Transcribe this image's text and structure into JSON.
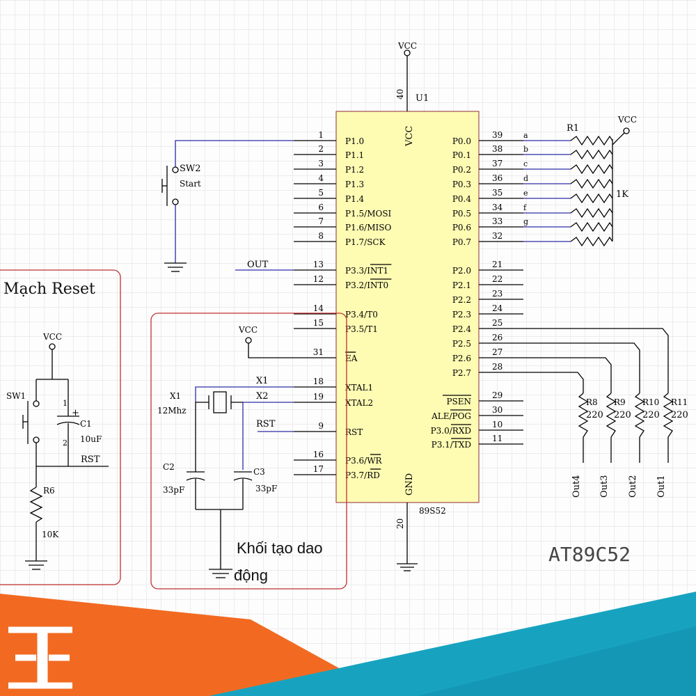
{
  "chip": {
    "designator": "U1",
    "part": "89S52",
    "vcc_label": "VCC",
    "gnd_label": "GND",
    "vcc_pin": "40",
    "gnd_pin": "20",
    "left_pins": [
      {
        "num": "1",
        "name": "P1.0"
      },
      {
        "num": "2",
        "name": "P1.1"
      },
      {
        "num": "3",
        "name": "P1.2"
      },
      {
        "num": "4",
        "name": "P1.3"
      },
      {
        "num": "5",
        "name": "P1.4"
      },
      {
        "num": "6",
        "name": "P1.5/MOSI"
      },
      {
        "num": "7",
        "name": "P1.6/MISO"
      },
      {
        "num": "8",
        "name": "P1.7/SCK"
      },
      {
        "num": "13",
        "name": "P3.3/INT1"
      },
      {
        "num": "12",
        "name": "P3.2/INT0"
      },
      {
        "num": "14",
        "name": "P3.4/T0"
      },
      {
        "num": "15",
        "name": "P3.5/T1"
      },
      {
        "num": "31",
        "name": "EA"
      },
      {
        "num": "18",
        "name": "XTAL1"
      },
      {
        "num": "19",
        "name": "XTAL2"
      },
      {
        "num": "9",
        "name": "RST"
      },
      {
        "num": "16",
        "name": "P3.6/WR"
      },
      {
        "num": "17",
        "name": "P3.7/RD"
      }
    ],
    "right_pins": [
      {
        "num": "39",
        "name": "P0.0"
      },
      {
        "num": "38",
        "name": "P0.1"
      },
      {
        "num": "37",
        "name": "P0.2"
      },
      {
        "num": "36",
        "name": "P0.3"
      },
      {
        "num": "35",
        "name": "P0.4"
      },
      {
        "num": "34",
        "name": "P0.5"
      },
      {
        "num": "33",
        "name": "P0.6"
      },
      {
        "num": "32",
        "name": "P0.7"
      },
      {
        "num": "21",
        "name": "P2.0"
      },
      {
        "num": "22",
        "name": "P2.1"
      },
      {
        "num": "23",
        "name": "P2.2"
      },
      {
        "num": "24",
        "name": "P2.3"
      },
      {
        "num": "25",
        "name": "P2.4"
      },
      {
        "num": "26",
        "name": "P2.5"
      },
      {
        "num": "27",
        "name": "P2.6"
      },
      {
        "num": "28",
        "name": "P2.7"
      },
      {
        "num": "29",
        "name": "PSEN"
      },
      {
        "num": "30",
        "name": "ALE/POG"
      },
      {
        "num": "10",
        "name": "P3.0/RXD"
      },
      {
        "num": "11",
        "name": "P3.1/TXD"
      }
    ]
  },
  "segment_nets": [
    "a",
    "b",
    "c",
    "d",
    "e",
    "f",
    "g"
  ],
  "resistor_pack": {
    "designator": "R1",
    "value": "1K",
    "vcc_label": "VCC"
  },
  "out_resistors": [
    {
      "designator": "R8",
      "value": "220",
      "net": "Out4"
    },
    {
      "designator": "R9",
      "value": "220",
      "net": "Out3"
    },
    {
      "designator": "R10",
      "value": "220",
      "net": "Out2"
    },
    {
      "designator": "R11",
      "value": "220",
      "net": "Out1"
    }
  ],
  "sw2": {
    "designator": "SW2",
    "label": "Start"
  },
  "out_net": "OUT",
  "ea_vcc_label": "VCC",
  "osc": {
    "title": "Khối tạo dao động",
    "crystal": "X1",
    "crystal_value": "12Mhz",
    "net_x1": "X1",
    "net_x2": "X2",
    "c2": "C2",
    "c2_value": "33pF",
    "c3": "C3",
    "c3_value": "33pF",
    "rst_net": "RST"
  },
  "reset": {
    "title": "Mạch Reset",
    "vcc_label": "VCC",
    "sw": "SW1",
    "cap": "C1",
    "cap_value": "10uF",
    "cap_plus": "+",
    "pin1": "1",
    "pin2": "2",
    "net": "RST",
    "res": "R6",
    "res_value": "10K"
  },
  "chip_title": "AT89C52",
  "banner": {
    "logo_text": "3E",
    "colors": {
      "orange": "#f26a21",
      "teal": "#17a3c0"
    }
  }
}
